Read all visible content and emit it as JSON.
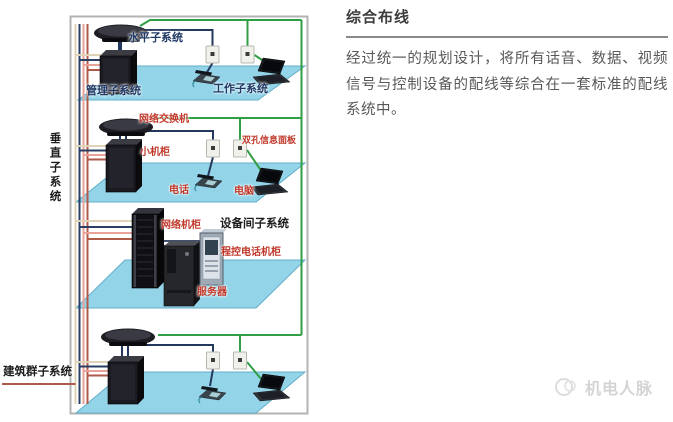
{
  "article": {
    "title": "综合布线",
    "body": "经过统一的规划设计，将所有话音、数据、视频信号与控制设备的配线等综合在一套标准的配线系统中。"
  },
  "diagram": {
    "riser_label": "垂直子系统",
    "campus_label": "建筑群子系统",
    "floor1": {
      "horizontal_label": "水平子系统",
      "management_label": "管理子系统",
      "work_label": "工作子系统"
    },
    "floor2": {
      "switch_label": "网络交换机",
      "cabinet_label": "小机柜",
      "panel_label": "双孔信息面板",
      "phone_label": "电话",
      "computer_label": "电脑"
    },
    "floor3": {
      "room_label": "设备间子系统",
      "rack_label": "网络机柜",
      "pbx_label": "程控电话机柜",
      "server_label": "服务器"
    },
    "colors": {
      "floor_fill": "#93d4e8",
      "cable_green": "#2f9e44",
      "cable_navy": "#24385e",
      "cable_tan": "#e0d4b8",
      "cable_salmon": "#e8a298",
      "cable_red": "#b05a4a",
      "label_red": "#c0392b",
      "label_navy": "#1f3864"
    }
  },
  "watermark": {
    "text": "机电人脉"
  }
}
